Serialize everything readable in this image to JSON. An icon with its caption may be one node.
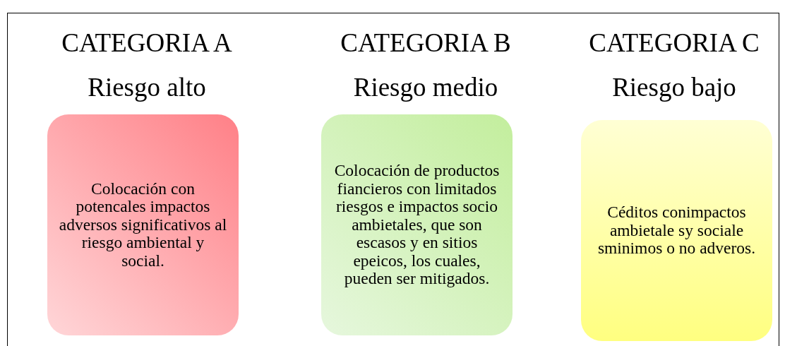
{
  "diagram": {
    "nodes": [
      {
        "text": [
          "CATEGORIA A",
          "Riesgo alto",
          "Colocación con potencales impactos adversos significativos al riesgo ambiental y social."
        ]
      },
      {
        "text": [
          "CATEGORIA B",
          "Riesgo medio",
          "Colocación de productos fiancieros con limitados riesgos e impactos socio ambietales, que son escasos y en sitios epeicos, los cuales, pueden ser mitigados."
        ]
      },
      {
        "text": [
          "CATEGORIA C",
          "Riesgo bajo",
          "Céditos conimpactos ambietale sy sociale sminimos o no adveros."
        ]
      }
    ],
    "edges": []
  }
}
